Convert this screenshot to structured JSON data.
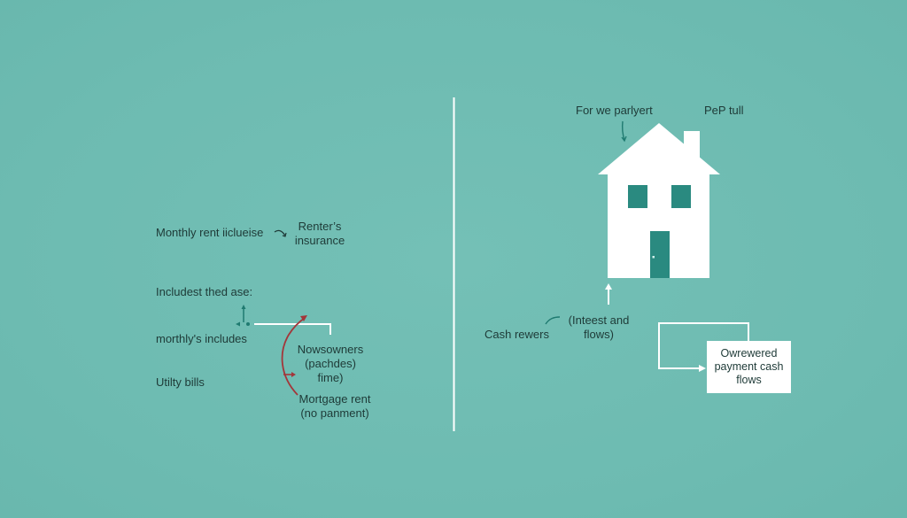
{
  "colors": {
    "background": "#6fbdb3",
    "divider": "#ffffff",
    "house": "#ffffff",
    "house_accent": "#2a8a80",
    "text": "#1e3a37",
    "arrow_red": "#a3363a",
    "arrow_teal": "#1f7a70",
    "connector": "#ffffff"
  },
  "left_panel": {
    "monthly_rent_label": "Monthly rent iiclueise",
    "renters_insurance": [
      "Renter’s",
      "insurance"
    ],
    "includes_label": "Includest thed ase:",
    "monthly_includes": "morthly's includes",
    "utility_bills": "Utilty bills",
    "homeowners_note": [
      "Nowsowners",
      "(pachdes)",
      "fime)"
    ],
    "mortgage_note": [
      "Mortgage rent",
      "(no panment)"
    ]
  },
  "right_panel": {
    "top_label_left": "For we parlyert",
    "top_label_right": "PeP tull",
    "cash_label": "Cash rewers",
    "interest_label": [
      "(Inteest and",
      "flows)"
    ],
    "box_label": [
      "Owrewered",
      "payment cash",
      "flows"
    ]
  },
  "icons": {
    "house": "house-icon",
    "divider": "vertical-divider"
  }
}
